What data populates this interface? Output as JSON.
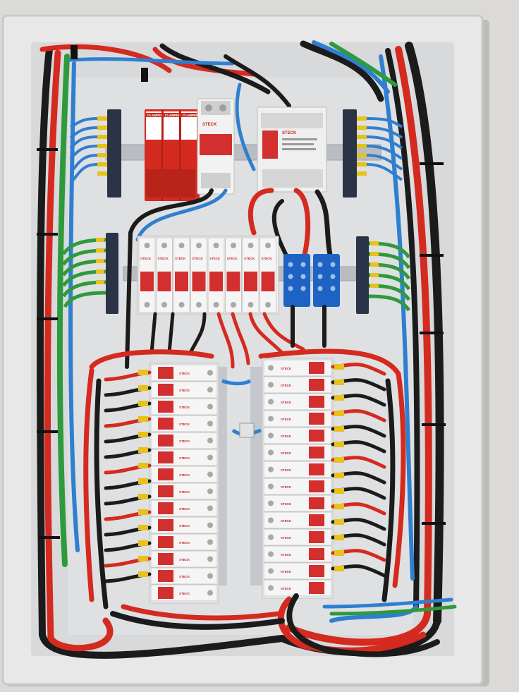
{
  "photo": {
    "subject": "electrical-distribution-panel",
    "colors": {
      "wall": "#dcdad6",
      "enclosure": "#e9e9ea",
      "backplate": "#d9dadc",
      "wire_red": "#d42a1f",
      "wire_black": "#1b1b1b",
      "wire_blue": "#2f7fd1",
      "wire_green": "#2e9a3c",
      "breaker_body": "#f2f2f2",
      "breaker_toggle": "#d32f2f",
      "busbar_blue": "#1e63c4",
      "ferrule_yellow": "#e6c21a"
    }
  },
  "labels": {
    "brand": "STECK",
    "spd_brand": "CLAMPER"
  }
}
